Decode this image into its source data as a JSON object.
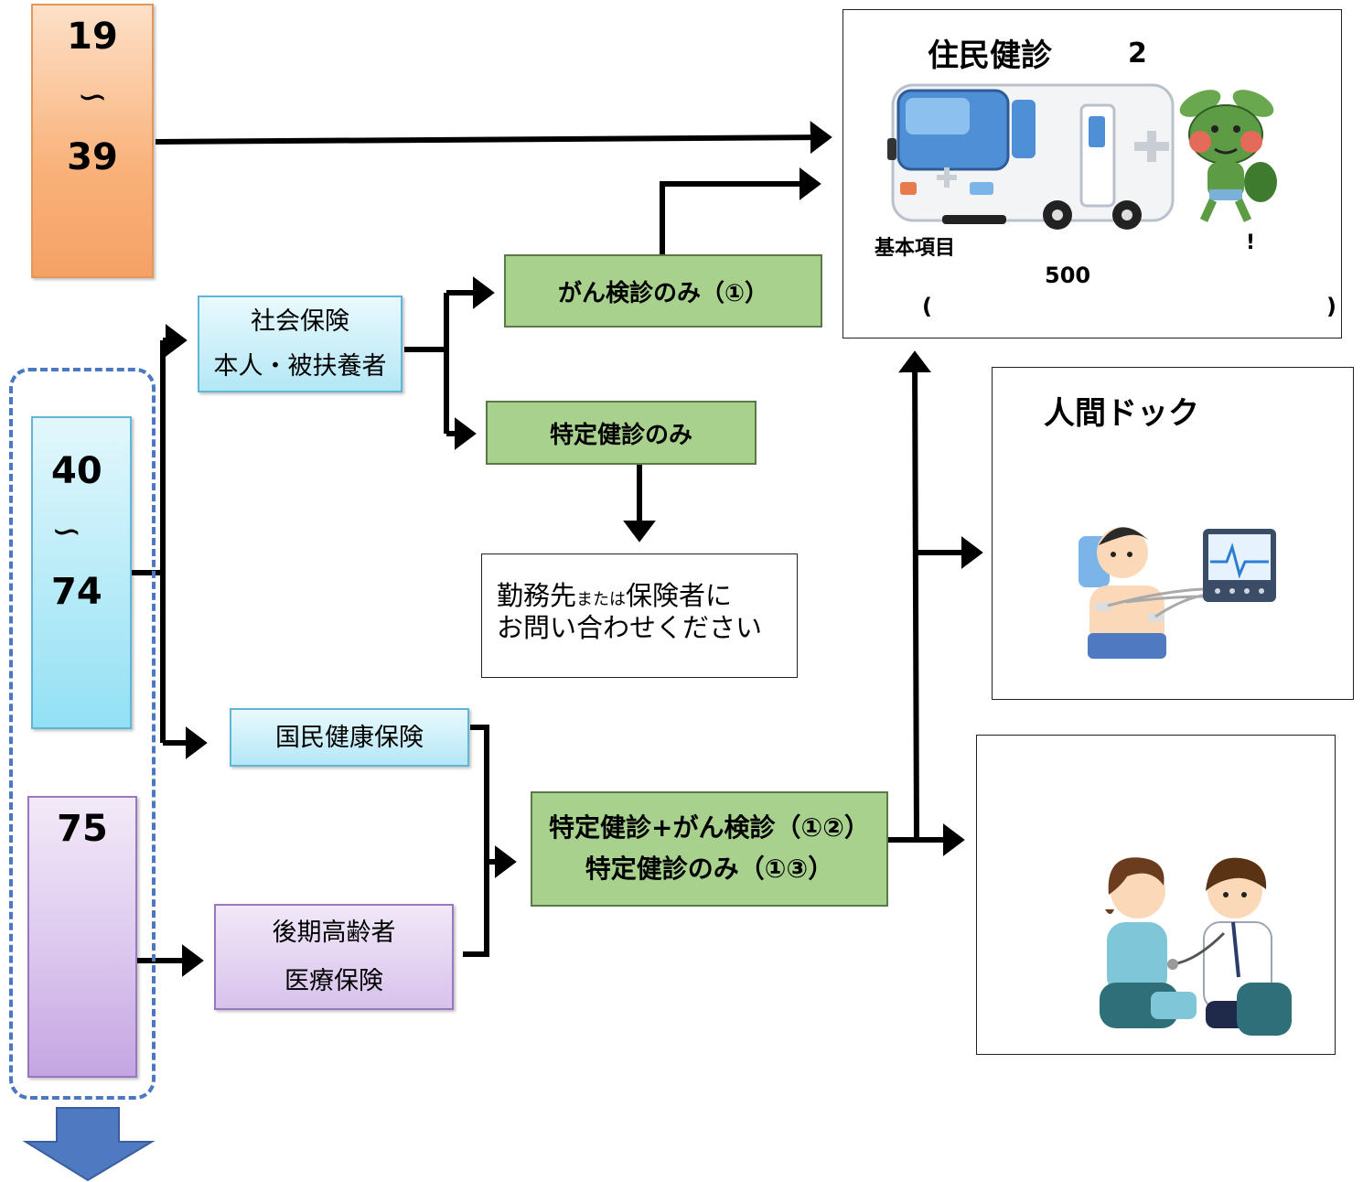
{
  "age_groups": {
    "g19_39": {
      "from": "19",
      "sep": "∽",
      "to": "39"
    },
    "g40_74": {
      "from": "40",
      "sep": "∽",
      "to": "74"
    },
    "g75": {
      "from": "75"
    }
  },
  "insurance": {
    "shakai_line1": "社会保険",
    "shakai_line2": "本人・被扶養者",
    "kokumin": "国民健康保険",
    "koki_line1": "後期高齢者",
    "koki_line2": "医療保険"
  },
  "checkups": {
    "gan_only": "がん検診のみ（①）",
    "tokutei_only": "特定健診のみ",
    "combined_line1": "特定健診+がん検診（①②）",
    "combined_line2": "特定健診のみ（①③）"
  },
  "notice": {
    "part1": "勤務先",
    "part2": "または",
    "part3": "保険者に",
    "line2": "お問い合わせください"
  },
  "jumin_panel": {
    "title": "住民健診",
    "number": "2",
    "basic": "基本項目",
    "exclaim": "!",
    "price": "500",
    "paren_open": "(",
    "paren_close": ")"
  },
  "dock_panel": {
    "title": "人間ドック"
  },
  "colors": {
    "arrow": "#000000",
    "green_box": "#a9d18e",
    "group_dash": "#4a78c2",
    "down_arrow": "#4f79c0"
  }
}
